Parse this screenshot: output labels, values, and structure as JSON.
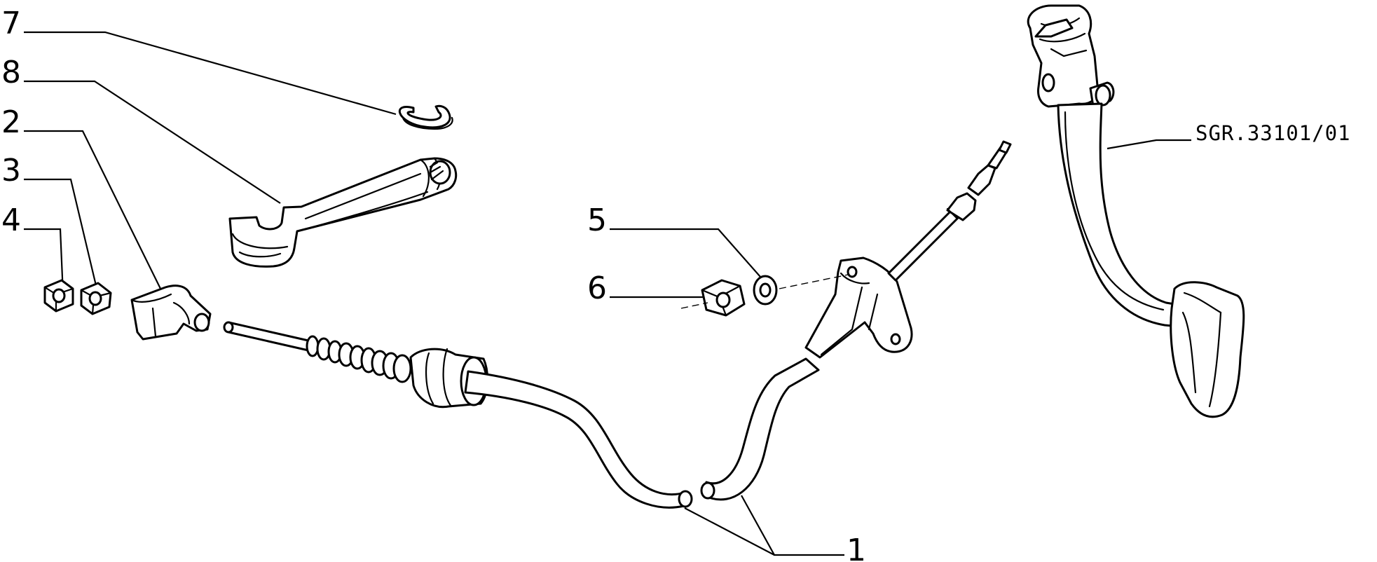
{
  "diagram": {
    "reference_code": "SGR.33101/01",
    "callouts": {
      "n1": "1",
      "n2": "2",
      "n3": "3",
      "n4": "4",
      "n5": "5",
      "n6": "6",
      "n7": "7",
      "n8": "8"
    },
    "colors": {
      "ink": "#000000",
      "paper": "#ffffff"
    }
  }
}
